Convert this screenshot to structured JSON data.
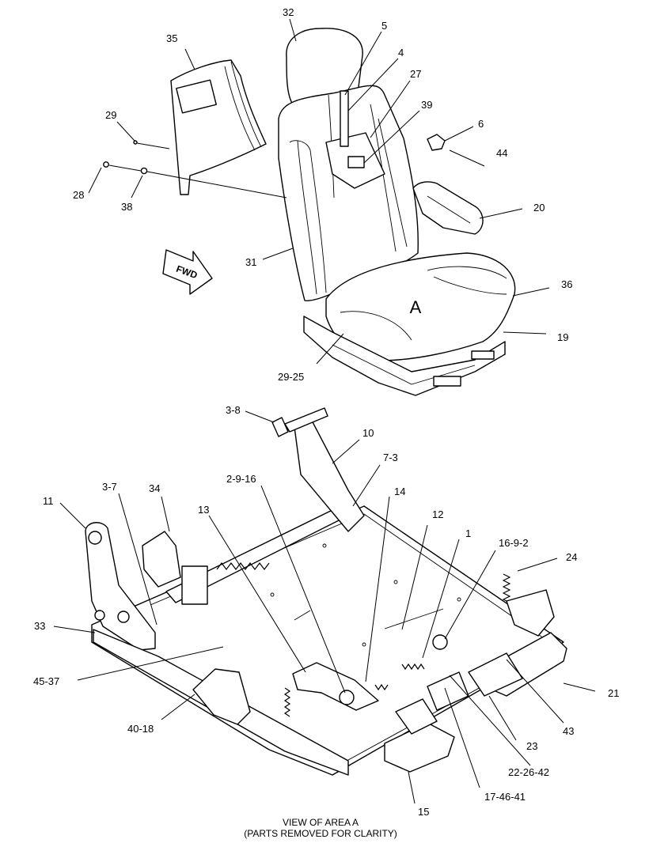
{
  "upper_callouts": [
    {
      "id": "c32",
      "label": "32"
    },
    {
      "id": "c5",
      "label": "5"
    },
    {
      "id": "c35",
      "label": "35"
    },
    {
      "id": "c4",
      "label": "4"
    },
    {
      "id": "c27",
      "label": "27"
    },
    {
      "id": "c39",
      "label": "39"
    },
    {
      "id": "c29",
      "label": "29"
    },
    {
      "id": "c6",
      "label": "6"
    },
    {
      "id": "c44",
      "label": "44"
    },
    {
      "id": "c28",
      "label": "28"
    },
    {
      "id": "c38",
      "label": "38"
    },
    {
      "id": "c20",
      "label": "20"
    },
    {
      "id": "c31",
      "label": "31"
    },
    {
      "id": "c36",
      "label": "36"
    },
    {
      "id": "c19",
      "label": "19"
    },
    {
      "id": "c29-25",
      "label": "29-25"
    }
  ],
  "lower_callouts": [
    {
      "id": "c3-8",
      "label": "3-8"
    },
    {
      "id": "c10",
      "label": "10"
    },
    {
      "id": "c7-3",
      "label": "7-3"
    },
    {
      "id": "c3-7",
      "label": "3-7"
    },
    {
      "id": "c34",
      "label": "34"
    },
    {
      "id": "c2-9-16",
      "label": "2-9-16"
    },
    {
      "id": "c14",
      "label": "14"
    },
    {
      "id": "c11",
      "label": "11"
    },
    {
      "id": "c13",
      "label": "13"
    },
    {
      "id": "c12",
      "label": "12"
    },
    {
      "id": "c1",
      "label": "1"
    },
    {
      "id": "c16-9-2",
      "label": "16-9-2"
    },
    {
      "id": "c24",
      "label": "24"
    },
    {
      "id": "c33",
      "label": "33"
    },
    {
      "id": "c45-37",
      "label": "45-37"
    },
    {
      "id": "c21",
      "label": "21"
    },
    {
      "id": "c40-18",
      "label": "40-18"
    },
    {
      "id": "c43",
      "label": "43"
    },
    {
      "id": "c23",
      "label": "23"
    },
    {
      "id": "c22-26-42",
      "label": "22-26-42"
    },
    {
      "id": "c17-46-41",
      "label": "17-46-41"
    },
    {
      "id": "c15",
      "label": "15"
    }
  ],
  "fwd_arrow": {
    "text": "FWD"
  },
  "area_marker": {
    "text": "A"
  },
  "caption": {
    "line1": "VIEW OF AREA  A",
    "line2": "(PARTS REMOVED FOR CLARITY)"
  }
}
